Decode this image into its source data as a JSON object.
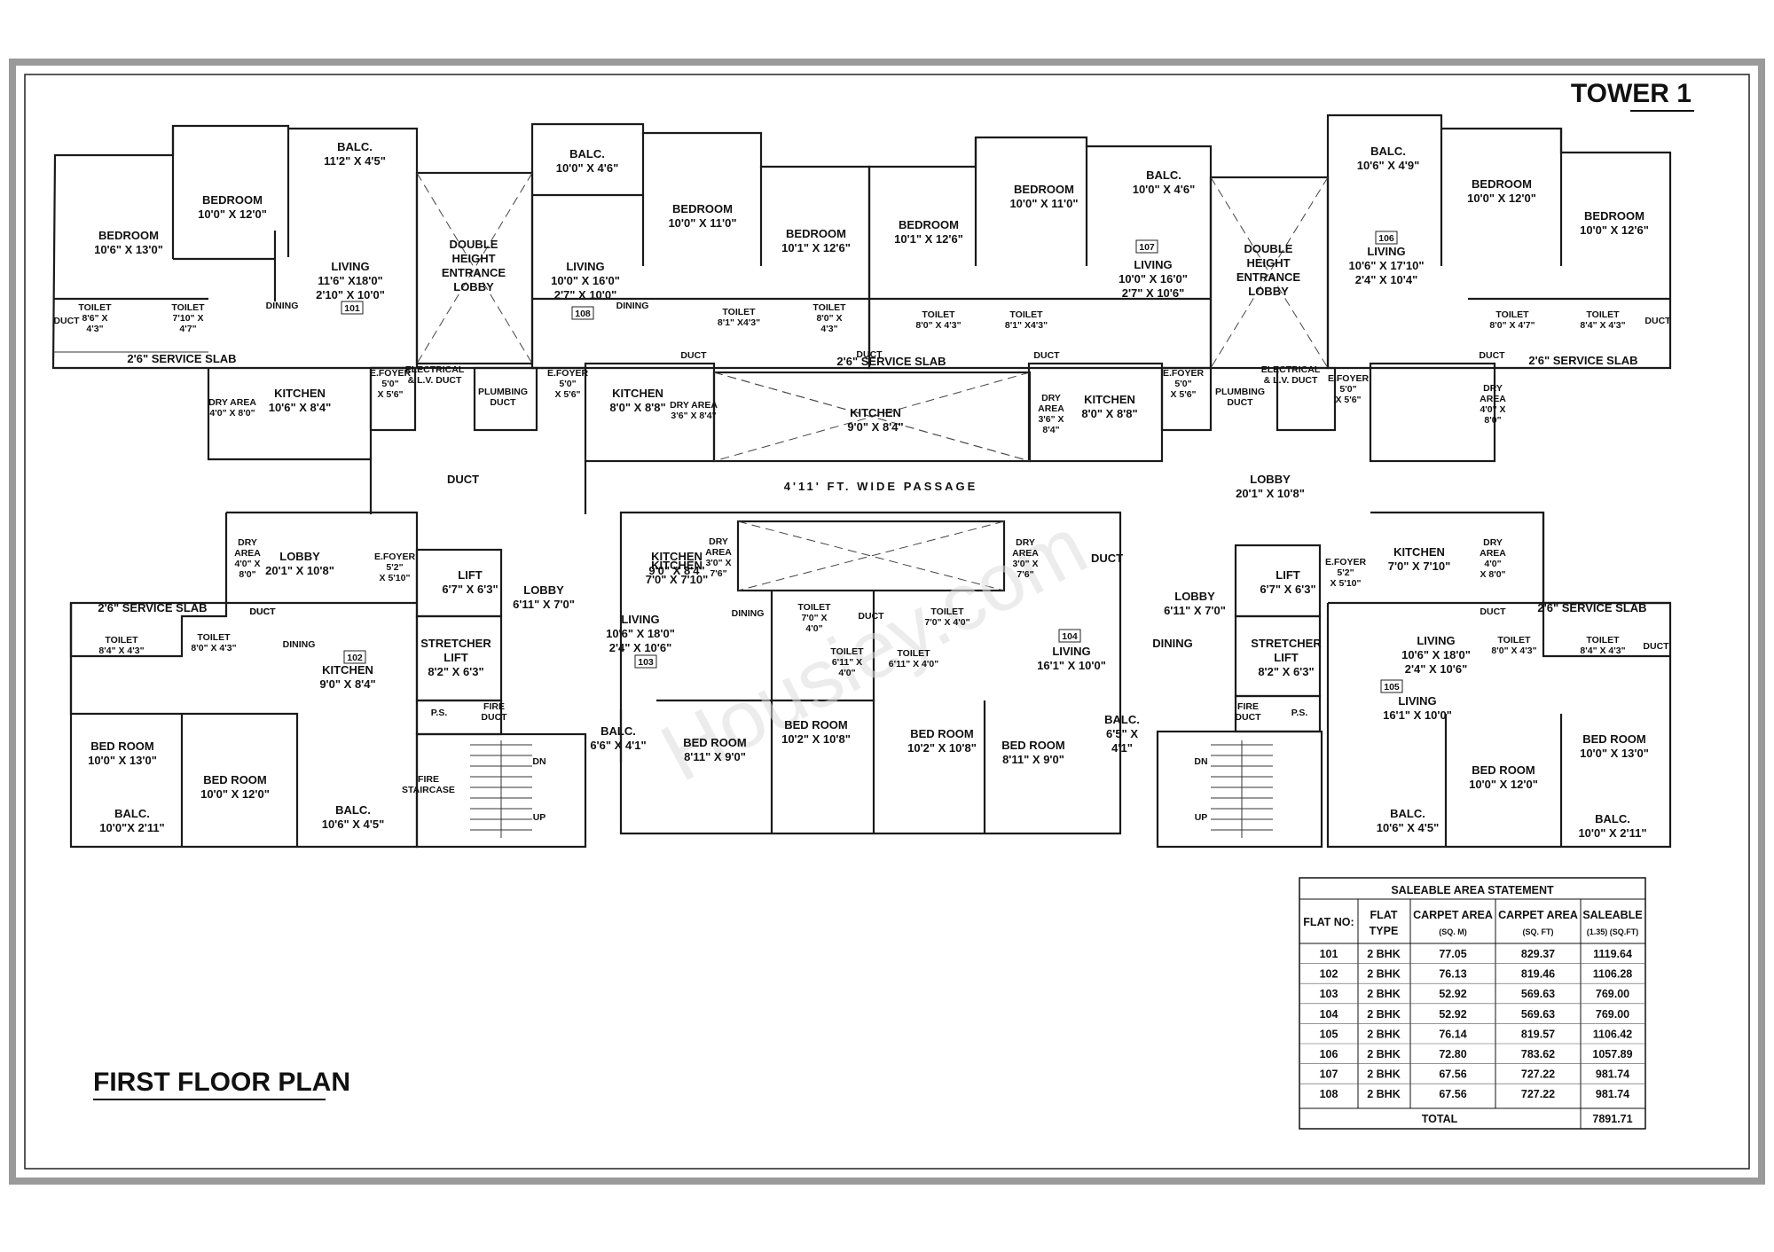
{
  "title": "FIRST FLOOR PLAN",
  "tower": "TOWER 1",
  "watermark": "Housiey.com",
  "passage": "4'11' FT. WIDE PASSAGE",
  "flat_tags": [
    "101",
    "102",
    "103",
    "104",
    "105",
    "106",
    "107",
    "108"
  ],
  "rooms": [
    {
      "l1": "BALC.",
      "l2": "11'2\" X 4'5\""
    },
    {
      "l1": "BEDROOM",
      "l2": "10'0\" X 12'0\""
    },
    {
      "l1": "BEDROOM",
      "l2": "10'6\" X 13'0\""
    },
    {
      "l1": "LIVING",
      "l2": "11'6\" X18'0\"",
      "l3": "2'10\" X 10'0\""
    },
    {
      "l1": "DOUBLE",
      "l2": "HEIGHT",
      "l3": "ENTRANCE",
      "l4": "LOBBY"
    },
    {
      "l1": "BALC.",
      "l2": "10'0\" X 4'6\""
    },
    {
      "l1": "BEDROOM",
      "l2": "10'0\" X 11'0\""
    },
    {
      "l1": "BEDROOM",
      "l2": "10'1\" X 12'6\""
    },
    {
      "l1": "LIVING",
      "l2": "10'0\" X 16'0\"",
      "l3": "2'7\" X 10'0\""
    },
    {
      "l1": "BEDROOM",
      "l2": "10'1\" X 12'6\""
    },
    {
      "l1": "BEDROOM",
      "l2": "10'0\" X 11'0\""
    },
    {
      "l1": "BALC.",
      "l2": "10'0\" X 4'6\""
    },
    {
      "l1": "LIVING",
      "l2": "10'0\" X 16'0\"",
      "l3": "2'7\" X 10'6\""
    },
    {
      "l1": "DOUBLE",
      "l2": "HEIGHT",
      "l3": "ENTRANCE",
      "l4": "LOBBY"
    },
    {
      "l1": "BALC.",
      "l2": "10'6\" X 4'9\""
    },
    {
      "l1": "BEDROOM",
      "l2": "10'0\" X 12'0\""
    },
    {
      "l1": "BEDROOM",
      "l2": "10'0\" X 12'6\""
    },
    {
      "l1": "LIVING",
      "l2": "10'6\" X 17'10\"",
      "l3": "2'4\" X 10'4\""
    },
    {
      "l1": "KITCHEN",
      "l2": "10'6\" X 8'4\""
    },
    {
      "l1": "KITCHEN",
      "l2": "8'0\" X 8'8\""
    },
    {
      "l1": "KITCHEN",
      "l2": "8'0\" X 8'8\""
    },
    {
      "l1": "KITCHEN",
      "l2": "9'0\" X 8'4\""
    },
    {
      "l1": "DUCT"
    },
    {
      "l1": "LOBBY",
      "l2": "20'1\" X 10'8\""
    },
    {
      "l1": "LOBBY",
      "l2": "20'1\" X 10'8\""
    },
    {
      "l1": "KITCHEN",
      "l2": "9'0\" X 8'4\""
    },
    {
      "l1": "KITCHEN",
      "l2": "7'0\" X 7'10\""
    },
    {
      "l1": "DUCT"
    },
    {
      "l1": "KITCHEN",
      "l2": "7'0\" X 7'10\""
    },
    {
      "l1": "KITCHEN",
      "l2": "9'0\" X 8'4\""
    },
    {
      "l1": "LIVING",
      "l2": "10'6\" X 18'0\"",
      "l3": "2'4\" X 10'6\""
    },
    {
      "l1": "LIVING",
      "l2": "16'1\" X 10'0\""
    },
    {
      "l1": "LIVING",
      "l2": "16'1\" X 10'0\""
    },
    {
      "l1": "LIVING",
      "l2": "10'6\" X 18'0\"",
      "l3": "2'4\" X 10'6\""
    },
    {
      "l1": "DINING"
    },
    {
      "l1": "BED ROOM",
      "l2": "10'0\" X 13'0\""
    },
    {
      "l1": "BED ROOM",
      "l2": "10'0\" X 12'0\""
    },
    {
      "l1": "BED ROOM",
      "l2": "8'11\" X 9'0\""
    },
    {
      "l1": "BED ROOM",
      "l2": "10'2\" X 10'8\""
    },
    {
      "l1": "BED ROOM",
      "l2": "10'2\" X 10'8\""
    },
    {
      "l1": "BED ROOM",
      "l2": "8'11\" X 9'0\""
    },
    {
      "l1": "BED ROOM",
      "l2": "10'0\" X 12'0\""
    },
    {
      "l1": "BED ROOM",
      "l2": "10'0\" X 13'0\""
    },
    {
      "l1": "BALC.",
      "l2": "10'0\"X 2'11\""
    },
    {
      "l1": "BALC.",
      "l2": "10'6\" X 4'5\""
    },
    {
      "l1": "BALC.",
      "l2": "6'6\" X 4'1\""
    },
    {
      "l1": "BALC.",
      "l2": "6'5\" X",
      "l3": "4'1\""
    },
    {
      "l1": "BALC.",
      "l2": "10'6\" X 4'5\""
    },
    {
      "l1": "BALC.",
      "l2": "10'0\" X 2'11\""
    },
    {
      "l1": "LOBBY",
      "l2": "6'11\" X 7'0\""
    },
    {
      "l1": "LOBBY",
      "l2": "6'11\" X 7'0\""
    },
    {
      "l1": "LIFT",
      "l2": "6'7\" X 6'3\""
    },
    {
      "l1": "LIFT",
      "l2": "6'7\" X 6'3\""
    },
    {
      "l1": "STRETCHER",
      "l2": "LIFT",
      "l3": "8'2\" X 6'3\""
    },
    {
      "l1": "STRETCHER",
      "l2": "LIFT",
      "l3": "8'2\" X 6'3\""
    },
    {
      "l1": "2'6\"  SERVICE SLAB"
    },
    {
      "l1": "2'6\"  SERVICE SLAB"
    },
    {
      "l1": "2'6\"  SERVICE SLAB"
    },
    {
      "l1": "2'6\"  SERVICE SLAB"
    },
    {
      "l1": "2'6\"  SERVICE SLAB"
    }
  ],
  "small_labels": [
    {
      "l1": "TOILET",
      "l2": "8'6\" X",
      "l3": "4'3\""
    },
    {
      "l1": "TOILET",
      "l2": "7'10\" X",
      "l3": "4'7\""
    },
    {
      "l1": "DINING"
    },
    {
      "l1": "DUCT"
    },
    {
      "l1": "DRY AREA",
      "l2": "4'0\" X 8'0\""
    },
    {
      "l1": "E.FOYER",
      "l2": "5'0\"",
      "l3": "X 5'6\""
    },
    {
      "l1": "ELECTRICAL",
      "l2": "& L.V. DUCT"
    },
    {
      "l1": "PLUMBING",
      "l2": "DUCT"
    },
    {
      "l1": "E.FOYER",
      "l2": "5'0\"",
      "l3": "X 5'6\""
    },
    {
      "l1": "DINING"
    },
    {
      "l1": "TOILET",
      "l2": "8'1\" X4'3\""
    },
    {
      "l1": "TOILET",
      "l2": "8'0\" X",
      "l3": "4'3\""
    },
    {
      "l1": "DUCT"
    },
    {
      "l1": "TOILET",
      "l2": "8'0\" X 4'3\""
    },
    {
      "l1": "TOILET",
      "l2": "8'1\" X4'3\""
    },
    {
      "l1": "DUCT"
    },
    {
      "l1": "DUCT"
    },
    {
      "l1": "DRY AREA",
      "l2": "3'6\" X 8'4\""
    },
    {
      "l1": "DRY",
      "l2": "AREA",
      "l3": "3'6\" X",
      "l4": "8'4\""
    },
    {
      "l1": "E.FOYER",
      "l2": "5'0\"",
      "l3": "X 5'6\""
    },
    {
      "l1": "PLUMBING",
      "l2": "DUCT"
    },
    {
      "l1": "ELECTRICAL",
      "l2": "& L.V. DUCT"
    },
    {
      "l1": "E.FOYER",
      "l2": "5'0\"",
      "l3": "X 5'6\""
    },
    {
      "l1": "TOILET",
      "l2": "8'0\" X 4'7\""
    },
    {
      "l1": "TOILET",
      "l2": "8'4\" X 4'3\""
    },
    {
      "l1": "DUCT"
    },
    {
      "l1": "DUCT"
    },
    {
      "l1": "DRY",
      "l2": "AREA",
      "l3": "4'0\" X",
      "l4": "8'0\""
    },
    {
      "l1": "DRY",
      "l2": "AREA",
      "l3": "4'0\" X",
      "l4": "8'0\""
    },
    {
      "l1": "E.FOYER",
      "l2": "5'2\"",
      "l3": "X 5'10\""
    },
    {
      "l1": "DUCT"
    },
    {
      "l1": "TOILET",
      "l2": "8'4\" X 4'3\""
    },
    {
      "l1": "TOILET",
      "l2": "8'0\" X 4'3\""
    },
    {
      "l1": "DINING"
    },
    {
      "l1": "DUCT"
    },
    {
      "l1": "DRY",
      "l2": "AREA",
      "l3": "3'0\" X",
      "l4": "7'6\""
    },
    {
      "l1": "DINING"
    },
    {
      "l1": "TOILET",
      "l2": "7'0\" X",
      "l3": "4'0\""
    },
    {
      "l1": "DUCT"
    },
    {
      "l1": "TOILET",
      "l2": "7'0\" X 4'0\""
    },
    {
      "l1": "TOILET",
      "l2": "6'11\" X",
      "l3": "4'0\""
    },
    {
      "l1": "TOILET",
      "l2": "6'11\" X 4'0\""
    },
    {
      "l1": "DRY",
      "l2": "AREA",
      "l3": "3'0\" X",
      "l4": "7'6\""
    },
    {
      "l1": "E.FOYER",
      "l2": "5'2\"",
      "l3": "X 5'10\""
    },
    {
      "l1": "DRY",
      "l2": "AREA",
      "l3": "4'0\"",
      "l4": "X 8'0\""
    },
    {
      "l1": "DUCT"
    },
    {
      "l1": "TOILET",
      "l2": "8'0\" X 4'3\""
    },
    {
      "l1": "TOILET",
      "l2": "8'4\" X 4'3\""
    },
    {
      "l1": "DUCT"
    },
    {
      "l1": "P.S."
    },
    {
      "l1": "FIRE",
      "l2": "DUCT"
    },
    {
      "l1": "P.S."
    },
    {
      "l1": "FIRE",
      "l2": "DUCT"
    },
    {
      "l1": "FIRE",
      "l2": "STAIRCASE"
    },
    {
      "l1": "DN"
    },
    {
      "l1": "UP"
    },
    {
      "l1": "DN"
    },
    {
      "l1": "UP"
    }
  ],
  "table": {
    "title": "SALEABLE AREA STATEMENT",
    "headers": [
      {
        "l1": "FLAT NO:",
        "l2": ""
      },
      {
        "l1": "FLAT",
        "l2": "TYPE"
      },
      {
        "l1": "CARPET AREA",
        "l2": "(SQ. M)"
      },
      {
        "l1": "CARPET AREA",
        "l2": "(SQ. FT)"
      },
      {
        "l1": "SALEABLE",
        "l2": "(1.35) (SQ.FT)"
      }
    ],
    "rows": [
      [
        "101",
        "2 BHK",
        "77.05",
        "829.37",
        "1119.64"
      ],
      [
        "102",
        "2 BHK",
        "76.13",
        "819.46",
        "1106.28"
      ],
      [
        "103",
        "2 BHK",
        "52.92",
        "569.63",
        "769.00"
      ],
      [
        "104",
        "2 BHK",
        "52.92",
        "569.63",
        "769.00"
      ],
      [
        "105",
        "2 BHK",
        "76.14",
        "819.57",
        "1106.42"
      ],
      [
        "106",
        "2 BHK",
        "72.80",
        "783.62",
        "1057.89"
      ],
      [
        "107",
        "2 BHK",
        "67.56",
        "727.22",
        "981.74"
      ],
      [
        "108",
        "2 BHK",
        "67.56",
        "727.22",
        "981.74"
      ]
    ],
    "total_label": "TOTAL",
    "total_value": "7891.71"
  }
}
